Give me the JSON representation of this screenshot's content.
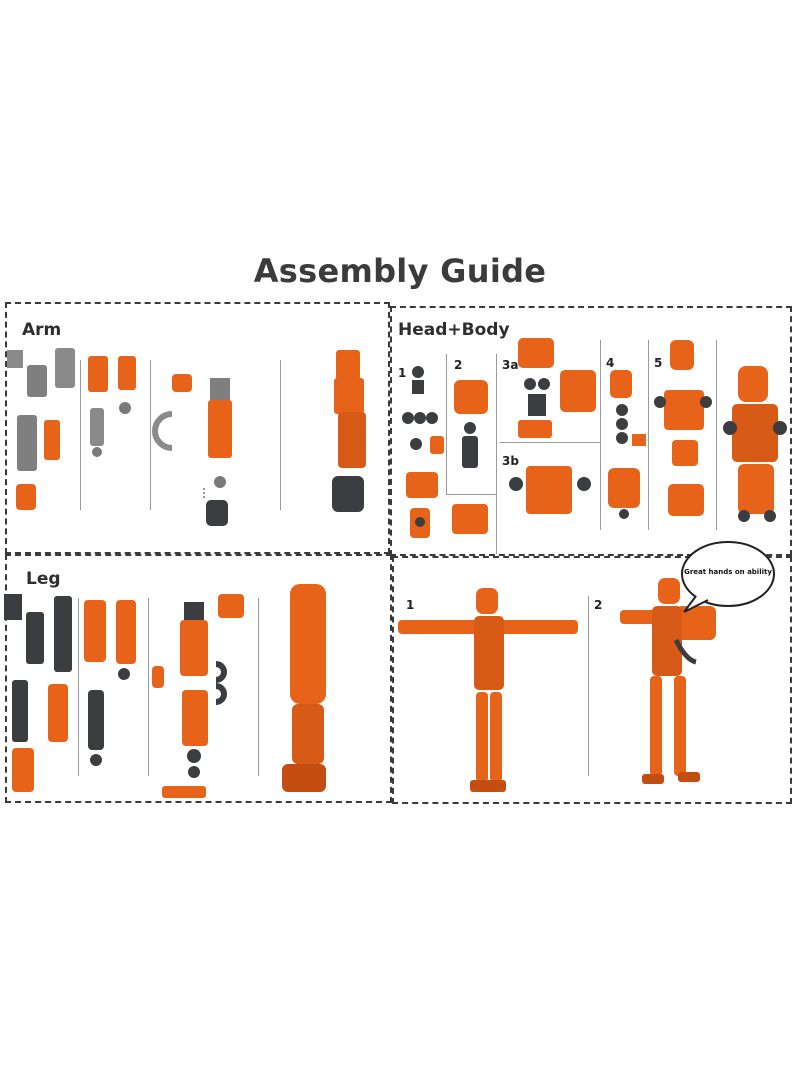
{
  "title": "Assembly Guide",
  "panels": {
    "arm": {
      "label": "Arm"
    },
    "head_body": {
      "label": "Head+Body",
      "steps": [
        "1",
        "2",
        "3a",
        "3b",
        "4",
        "5"
      ]
    },
    "leg": {
      "label": "Leg"
    },
    "final": {
      "steps": [
        "1",
        "2"
      ],
      "speech": "Great hands on ability"
    }
  },
  "colors": {
    "orange": "#e8631a",
    "dark": "#3b3d40",
    "grey": "#8a8a8a",
    "border": "#3a3a3a"
  }
}
